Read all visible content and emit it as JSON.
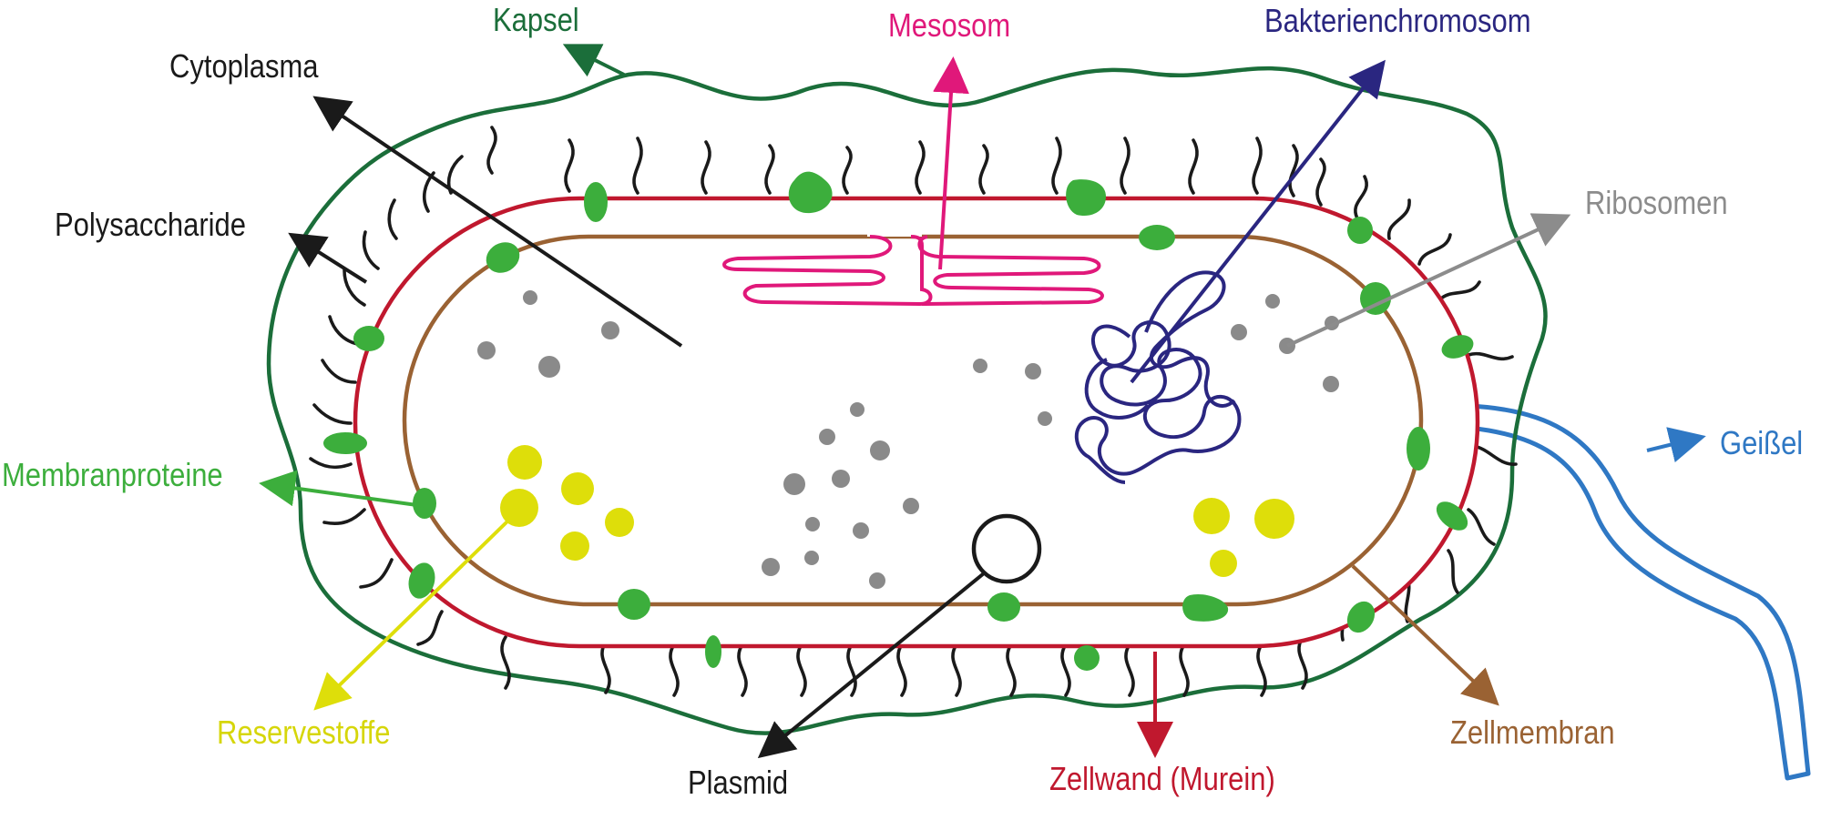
{
  "diagram": {
    "labels": {
      "kapsel": "Kapsel",
      "cytoplasma": "Cytoplasma",
      "polysaccharide": "Polysaccharide",
      "membranproteine": "Membranproteine",
      "reservestoffe": "Reservestoffe",
      "plasmid": "Plasmid",
      "zellwand": "Zellwand (Murein)",
      "zellmembran": "Zellmembran",
      "geissel": "Geißel",
      "ribosomen": "Ribosomen",
      "bakterienchromosom": "Bakterienchromosom",
      "mesosom": "Mesosom"
    },
    "colors": {
      "kapsel": "#1b6e3a",
      "zellwand": "#c0182e",
      "zellmembran": "#9a6233",
      "mesosom": "#e0187a",
      "chromosom": "#2a2680",
      "ribosomen": "#8c8c8c",
      "geissel": "#2f78c4",
      "membranproteine": "#3cae3c",
      "reservestoffe": "#dede0a",
      "black": "#1a1a1a"
    }
  }
}
